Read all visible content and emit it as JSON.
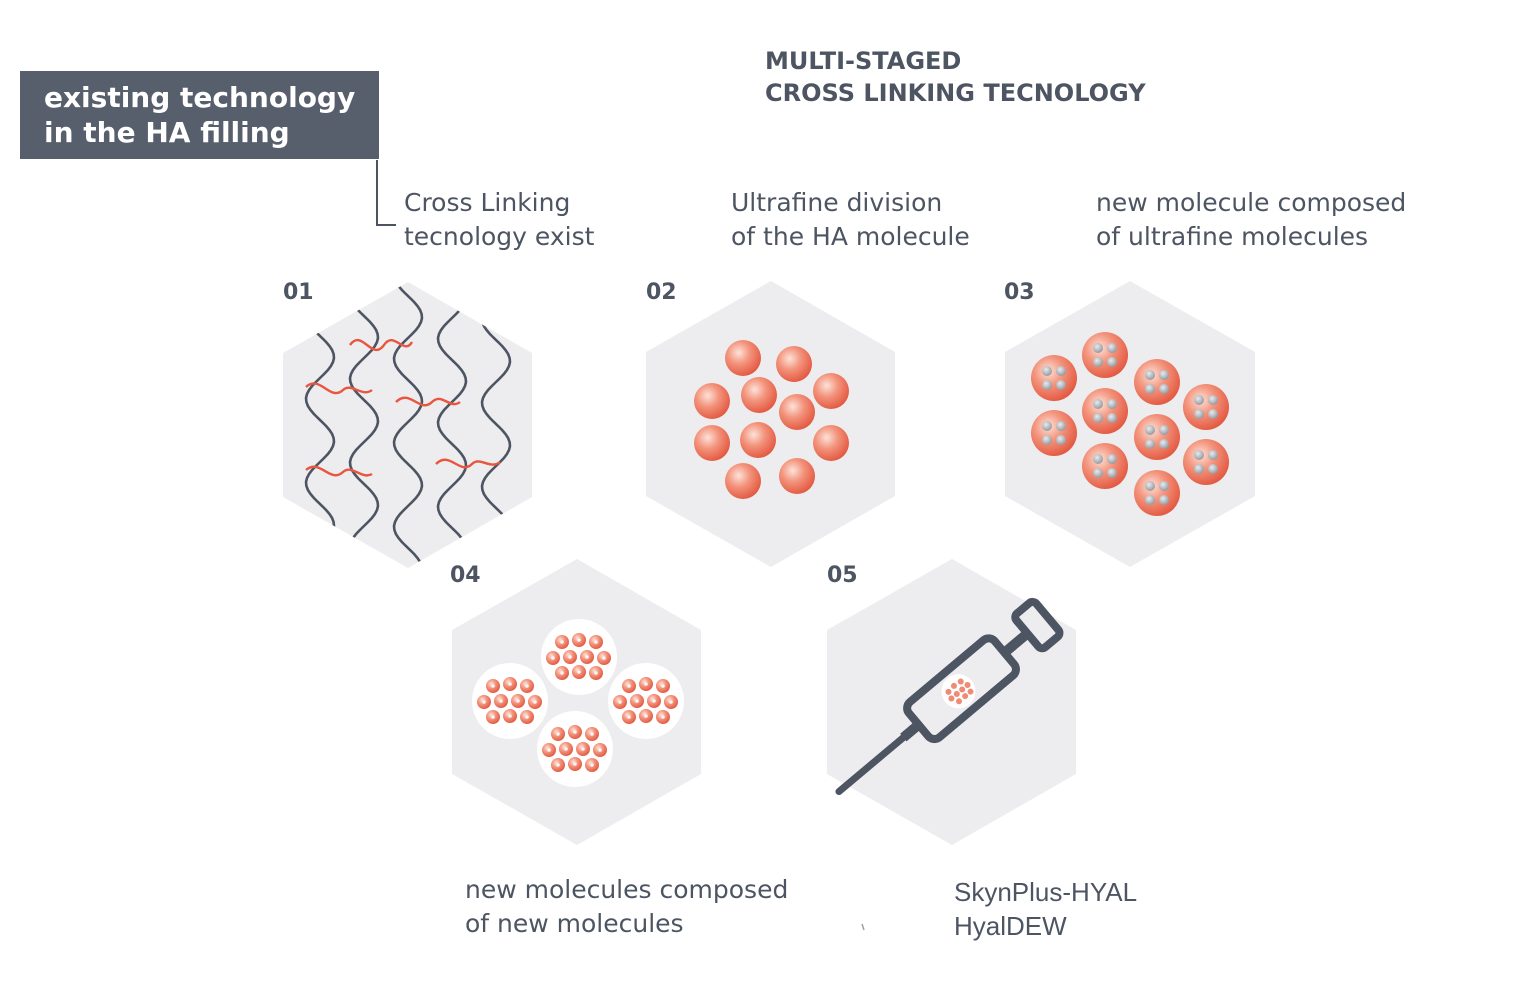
{
  "tag": {
    "line1": "existing technology",
    "line2": "in the HA filling"
  },
  "title": {
    "line1": "MULTI-STAGED",
    "line2": "CROSS LINKING TECNOLOGY"
  },
  "steps": [
    {
      "number": "01",
      "caption_line1": "Cross Linking",
      "caption_line2": "tecnology exist"
    },
    {
      "number": "02",
      "caption_line1": "Ultrafine division",
      "caption_line2": "of the HA molecule"
    },
    {
      "number": "03",
      "caption_line1": "new molecule composed",
      "caption_line2": "of ultrafine molecules"
    },
    {
      "number": "04",
      "caption_line1": "new molecules composed",
      "caption_line2": "of new molecules"
    },
    {
      "number": "05",
      "caption_line1": "SkynPlus-HYAL",
      "caption_line2": "HyalDEW"
    }
  ],
  "colors": {
    "hexagon": "#ededef",
    "dark": "#4d5462",
    "tag_background": "#575e6c",
    "accent": "#e8563f",
    "sphere": "#f08a73",
    "grey_dot": "#9ea3aa"
  },
  "icons": {
    "step5": "syringe-icon"
  }
}
